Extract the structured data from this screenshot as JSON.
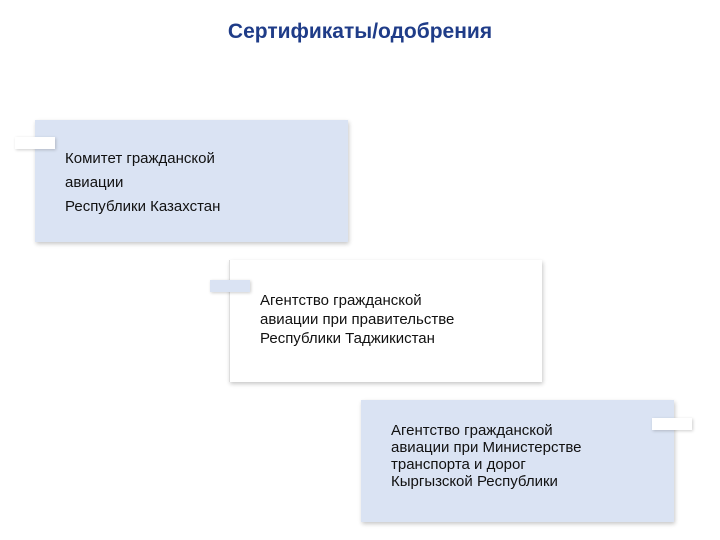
{
  "title": "Сертификаты/одобрения",
  "items": [
    {
      "text": "Комитет гражданской\nавиации\nРеспублики Казахстан"
    },
    {
      "text": "Агентство гражданской\nавиации при правительстве\nРеспублики Таджикистан"
    },
    {
      "text": "Агентство гражданской\nавиации при Министерстве\nтранспорта и дорог\nКыргызской Республики"
    }
  ],
  "colors": {
    "title": "#1f3c88",
    "box_blue": "#dae3f3",
    "box_white": "#ffffff"
  }
}
